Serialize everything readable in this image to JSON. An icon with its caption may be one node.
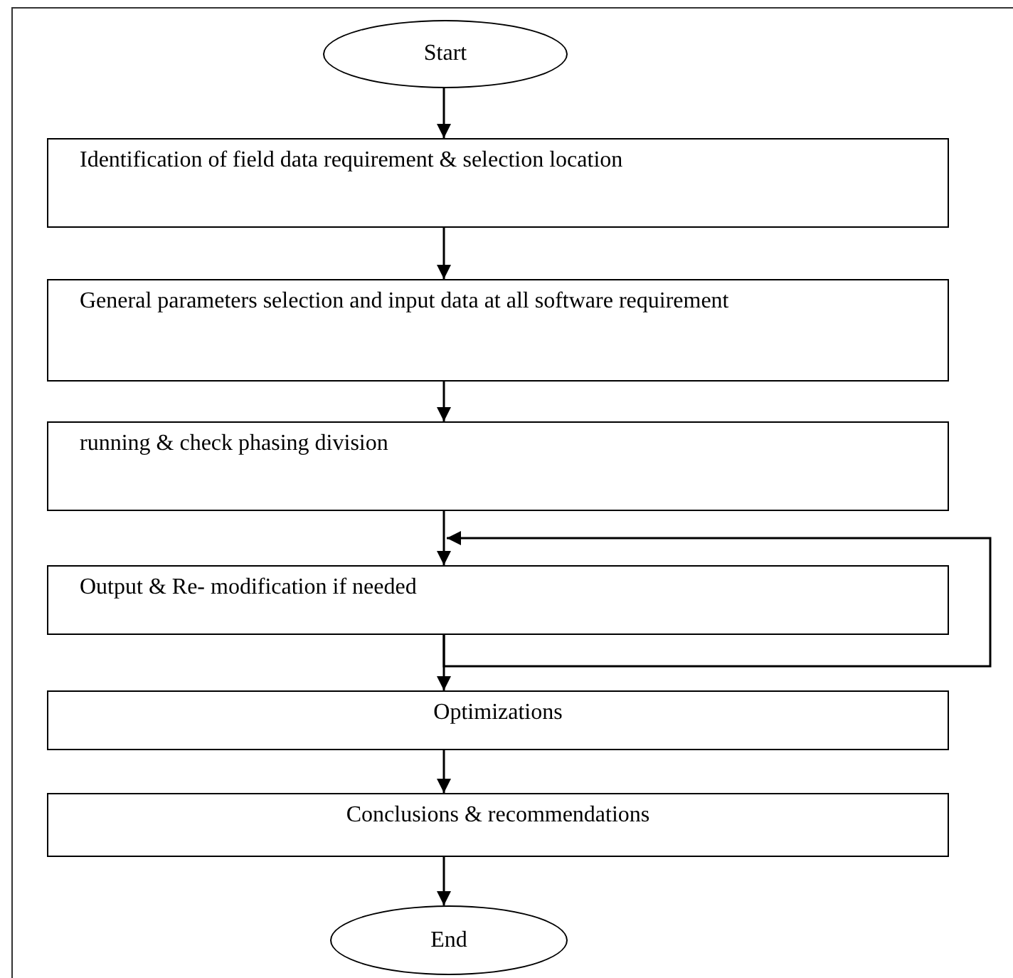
{
  "diagram": {
    "nodes": [
      {
        "text": [
          "Start"
        ]
      },
      {
        "text": [
          "Identification of field data requirement & selection location"
        ]
      },
      {
        "text": [
          "General parameters selection and input data at all software requirement"
        ]
      },
      {
        "text": [
          "running & check phasing division"
        ]
      },
      {
        "text": [
          "Output & Re- modification if needed"
        ]
      },
      {
        "text": [
          "Optimizations"
        ]
      },
      {
        "text": [
          "Conclusions & recommendations"
        ]
      },
      {
        "text": [
          "End"
        ]
      }
    ],
    "edges": [
      {
        "from": 0,
        "to": 1,
        "arrow": "to"
      },
      {
        "from": 1,
        "to": 2,
        "arrow": "to"
      },
      {
        "from": 2,
        "to": 3,
        "arrow": "to"
      },
      {
        "from": 3,
        "to": 4,
        "arrow": "to"
      },
      {
        "from": 4,
        "to": 5,
        "arrow": "to"
      },
      {
        "from": 5,
        "to": 6,
        "arrow": "to"
      },
      {
        "from": 6,
        "to": 7,
        "arrow": "to"
      },
      {
        "from": 4,
        "to": 4,
        "arrow": "to"
      }
    ]
  }
}
